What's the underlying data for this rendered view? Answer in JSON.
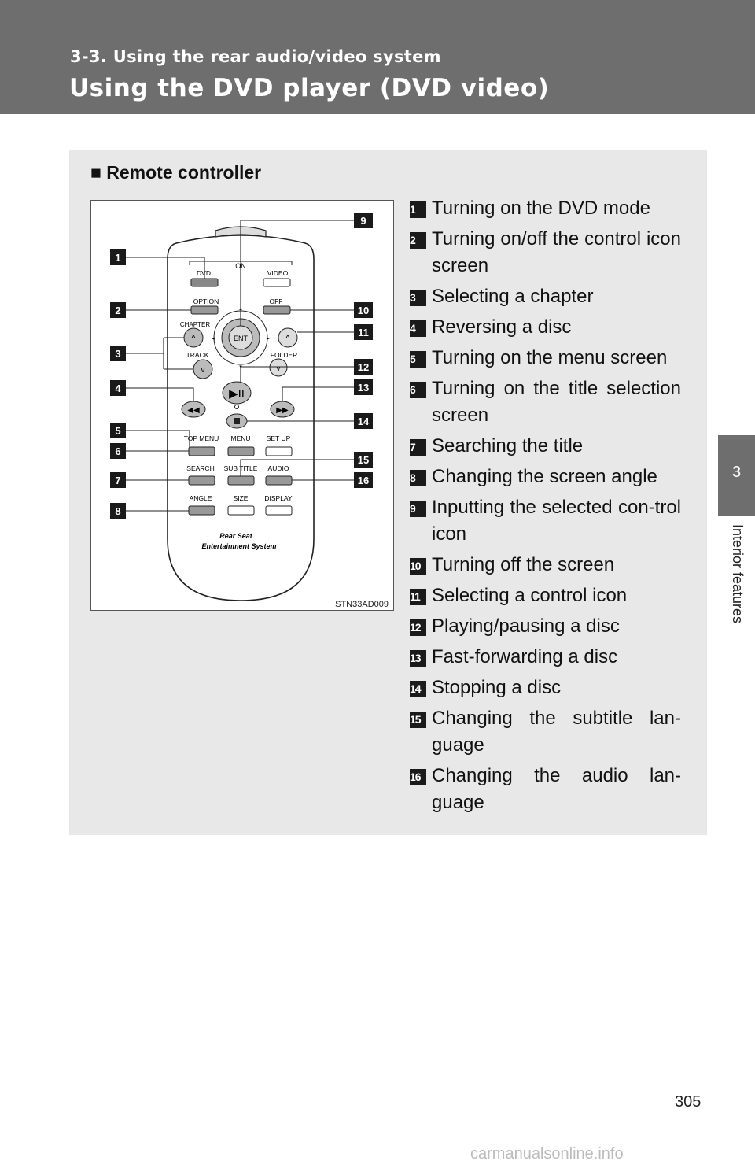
{
  "header": {
    "section": "3-3. Using the rear audio/video system",
    "title": "Using the DVD player (DVD video)"
  },
  "sidetab": {
    "number": "3",
    "label": "Interior features"
  },
  "panel": {
    "heading": "■ Remote controller"
  },
  "figure": {
    "code": "STN33AD009",
    "remote_labels": {
      "on": "ON",
      "dvd": "DVD",
      "video": "VIDEO",
      "option": "OPTION",
      "off": "OFF",
      "ent": "ENT",
      "chapter": "CHAPTER",
      "track": "TRACK",
      "folder": "FOLDER",
      "top_menu": "TOP MENU",
      "menu": "MENU",
      "set_up": "SET  UP",
      "search": "SEARCH",
      "sub_title": "SUB TITLE",
      "audio": "AUDIO",
      "angle": "ANGLE",
      "size": "SIZE",
      "display": "DISPLAY",
      "brand_line1": "Rear Seat",
      "brand_line2": "Entertainment System"
    },
    "callouts": [
      "1",
      "2",
      "3",
      "4",
      "5",
      "6",
      "7",
      "8",
      "9",
      "10",
      "11",
      "12",
      "13",
      "14",
      "15",
      "16"
    ]
  },
  "items": [
    {
      "num": "1",
      "text": "Turning on the DVD mode"
    },
    {
      "num": "2",
      "text": "Turning on/off the control icon screen"
    },
    {
      "num": "3",
      "text": "Selecting a chapter"
    },
    {
      "num": "4",
      "text": "Reversing a disc"
    },
    {
      "num": "5",
      "text": "Turning on the menu screen"
    },
    {
      "num": "6",
      "text": "Turning on the title selection screen"
    },
    {
      "num": "7",
      "text": "Searching the title"
    },
    {
      "num": "8",
      "text": "Changing the screen angle"
    },
    {
      "num": "9",
      "text": "Inputting the selected con-trol icon"
    },
    {
      "num": "10",
      "text": "Turning off the screen"
    },
    {
      "num": "11",
      "text": "Selecting a control icon"
    },
    {
      "num": "12",
      "text": "Playing/pausing a disc"
    },
    {
      "num": "13",
      "text": "Fast-forwarding a disc"
    },
    {
      "num": "14",
      "text": "Stopping a disc"
    },
    {
      "num": "15",
      "text": "Changing the subtitle lan-guage"
    },
    {
      "num": "16",
      "text": "Changing the audio lan-guage"
    }
  ],
  "page_number": "305",
  "watermark": "carmanualsonline.info"
}
